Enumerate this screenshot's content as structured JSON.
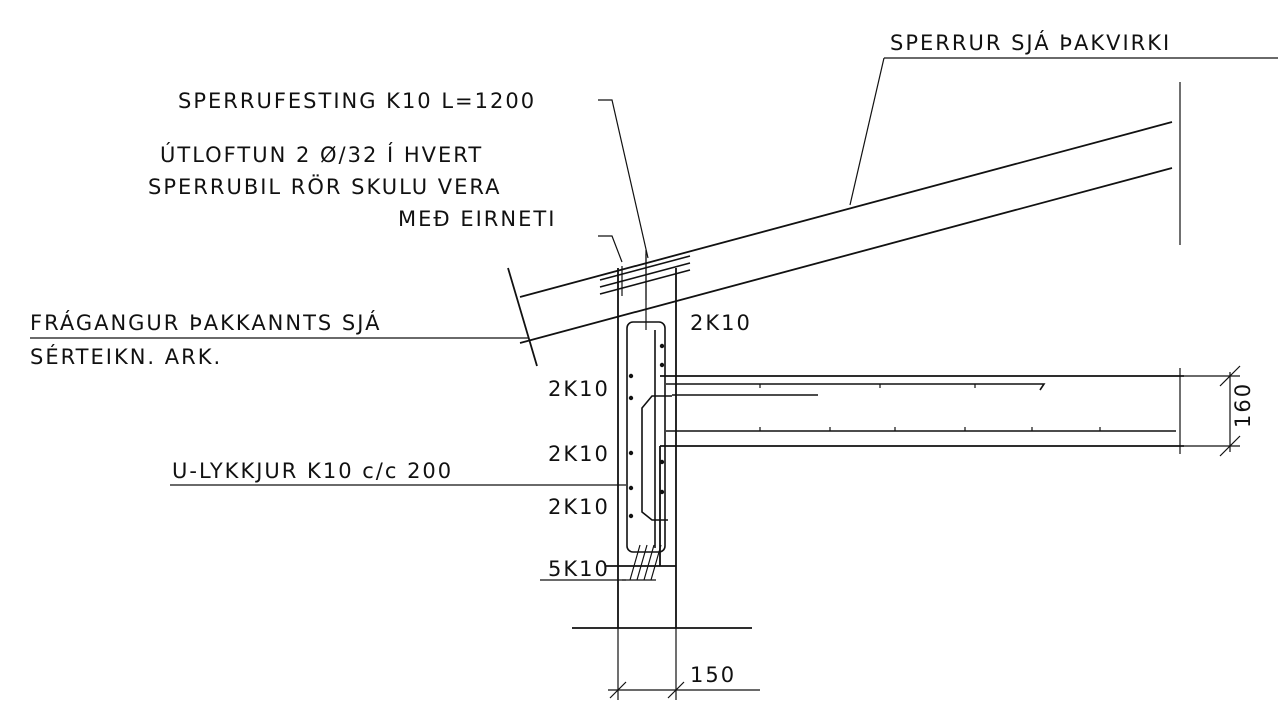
{
  "labels": {
    "rafters": "SPERRUR SJÁ ÞAKVIRKI",
    "rafter_fixing": "SPERRUFESTING K10 L=1200",
    "vent_line1": "ÚTLOFTUN 2 Ø/32 Í HVERT",
    "vent_line2": "SPERRUBIL RÖR SKULU VERA",
    "vent_line3": "MEÐ EIRNETI",
    "edge_line1": "FRÁGANGUR ÞAKKANNTS SJÁ",
    "edge_line2": "SÉRTEIKN. ARK.",
    "u_loops": "U-LYKKJUR K10 c/c 200"
  },
  "rebar_labels": {
    "top_right": "2K10",
    "upper": "2K10",
    "middle": "2K10",
    "lower": "2K10",
    "bottom": "5K10"
  },
  "dimensions": {
    "slab_thickness": "160",
    "wall_width": "150"
  }
}
